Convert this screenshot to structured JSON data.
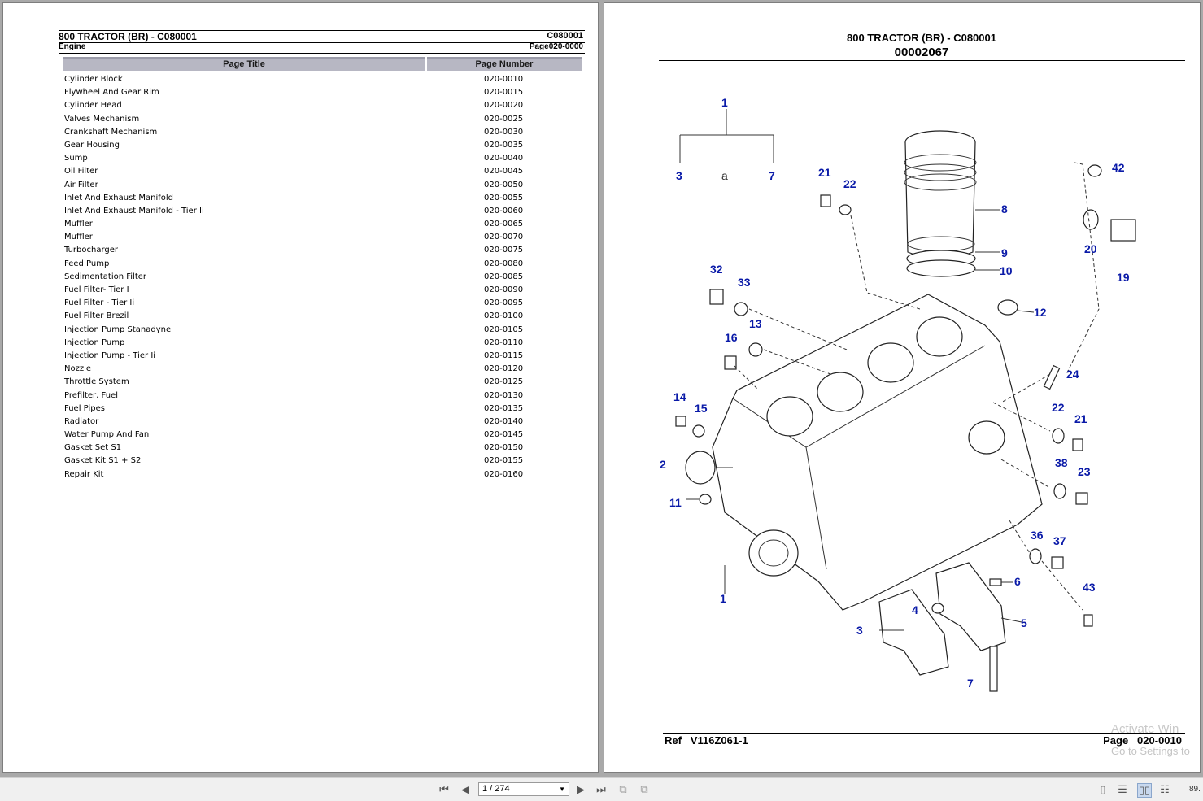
{
  "left_page": {
    "title": "800 TRACTOR (BR) - C080001",
    "code": "C080001",
    "section": "Engine",
    "page_ref": "Page020-0000",
    "columns": [
      "Page Title",
      "Page Number"
    ],
    "rows": [
      [
        "Cylinder Block",
        "020-0010"
      ],
      [
        "Flywheel And Gear Rim",
        "020-0015"
      ],
      [
        "Cylinder Head",
        "020-0020"
      ],
      [
        "Valves Mechanism",
        "020-0025"
      ],
      [
        "Crankshaft Mechanism",
        "020-0030"
      ],
      [
        "Gear Housing",
        "020-0035"
      ],
      [
        "Sump",
        "020-0040"
      ],
      [
        "Oil Filter",
        "020-0045"
      ],
      [
        "Air Filter",
        "020-0050"
      ],
      [
        "Inlet And Exhaust Manifold",
        "020-0055"
      ],
      [
        "Inlet And Exhaust Manifold - Tier Ii",
        "020-0060"
      ],
      [
        "Muffler",
        "020-0065"
      ],
      [
        "Muffler",
        "020-0070"
      ],
      [
        "Turbocharger",
        "020-0075"
      ],
      [
        "Feed Pump",
        "020-0080"
      ],
      [
        "Sedimentation Filter",
        "020-0085"
      ],
      [
        "Fuel Filter- Tier I",
        "020-0090"
      ],
      [
        "Fuel Filter - Tier Ii",
        "020-0095"
      ],
      [
        "Fuel Filter Brezil",
        "020-0100"
      ],
      [
        "Injection Pump Stanadyne",
        "020-0105"
      ],
      [
        "Injection Pump",
        "020-0110"
      ],
      [
        "Injection Pump - Tier Ii",
        "020-0115"
      ],
      [
        "Nozzle",
        "020-0120"
      ],
      [
        "Throttle System",
        "020-0125"
      ],
      [
        "Prefilter, Fuel",
        "020-0130"
      ],
      [
        "Fuel Pipes",
        "020-0135"
      ],
      [
        "Radiator",
        "020-0140"
      ],
      [
        "Water Pump And Fan",
        "020-0145"
      ],
      [
        "Gasket Set S1",
        "020-0150"
      ],
      [
        "Gasket Kit S1 + S2",
        "020-0155"
      ],
      [
        "Repair Kit",
        "020-0160"
      ]
    ]
  },
  "right_page": {
    "title": "800 TRACTOR (BR) - C080001",
    "code": "00002067",
    "ref_label": "Ref",
    "ref_value": "V116Z061-1",
    "page_label": "Page",
    "page_value": "020-0010",
    "diagram": {
      "callouts": [
        "1",
        "3",
        "a",
        "7",
        "21",
        "22",
        "8",
        "9",
        "10",
        "42",
        "20",
        "19",
        "32",
        "33",
        "13",
        "12",
        "16",
        "24",
        "14",
        "15",
        "22",
        "21",
        "2",
        "38",
        "23",
        "11",
        "36",
        "37",
        "43",
        "1",
        "6",
        "4",
        "3",
        "5",
        "7"
      ],
      "callout_color": "#0a1aa8"
    }
  },
  "watermark": {
    "line1": "Activate Win",
    "line2": "Go to Settings to"
  },
  "toolbar": {
    "page_field": "1 / 274",
    "zoom": "89.",
    "icons": [
      "first-page-icon",
      "prev-page-icon",
      "next-page-icon",
      "last-page-icon",
      "copy-icon",
      "copy-alt-icon",
      "single-page-icon",
      "continuous-icon",
      "facing-icon",
      "facing-continuous-icon"
    ]
  }
}
